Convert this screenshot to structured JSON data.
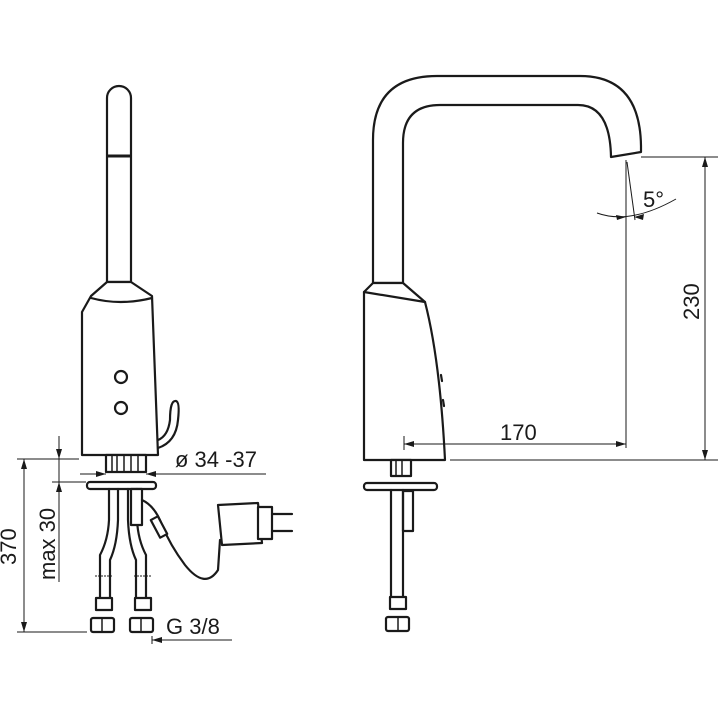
{
  "diagram": {
    "type": "technical drawing",
    "subject": "sensor basin faucet (front and side view)",
    "views": {
      "front": {
        "dimensions": {
          "overall_height": "370",
          "deck_thickness": "max 30",
          "hole_diameter": "ø 34 -37",
          "connection_thread": "G 3/8"
        }
      },
      "side": {
        "dimensions": {
          "spout_reach": "170",
          "spout_height": "230",
          "spout_angle": "5°"
        }
      }
    },
    "colors": {
      "line": "#1a1a1a",
      "background": "#ffffff"
    }
  }
}
